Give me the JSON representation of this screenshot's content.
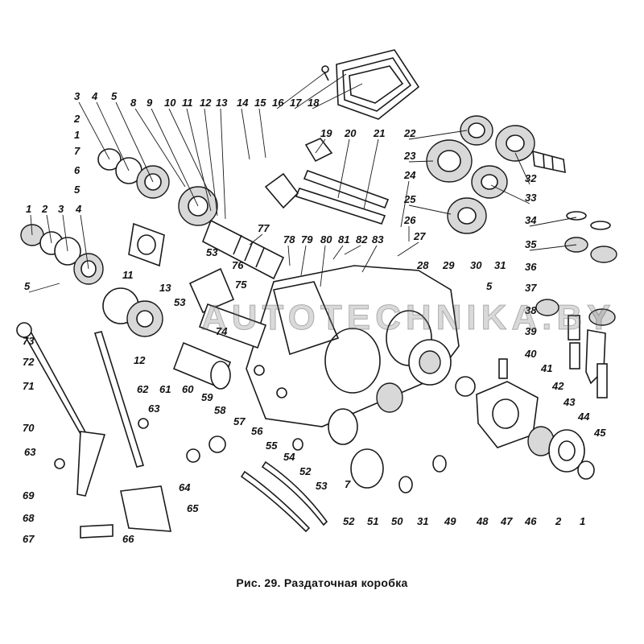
{
  "caption": "Рис. 29. Раздаточная коробка",
  "watermark": "AUTOTECHNIKA.BY",
  "part_labels": [
    {
      "id": "1a",
      "text": "1"
    },
    {
      "id": "2a",
      "text": "2"
    },
    {
      "id": "3a",
      "text": "3"
    },
    {
      "id": "4a",
      "text": "4"
    },
    {
      "id": "5a",
      "text": "5"
    },
    {
      "id": "8",
      "text": "8"
    },
    {
      "id": "9",
      "text": "9"
    },
    {
      "id": "10",
      "text": "10"
    },
    {
      "id": "11a",
      "text": "11"
    },
    {
      "id": "12a",
      "text": "12"
    },
    {
      "id": "13a",
      "text": "13"
    },
    {
      "id": "14",
      "text": "14"
    },
    {
      "id": "15",
      "text": "15"
    },
    {
      "id": "16",
      "text": "16"
    },
    {
      "id": "17",
      "text": "17"
    },
    {
      "id": "18",
      "text": "18"
    },
    {
      "id": "2b",
      "text": "2"
    },
    {
      "id": "1b",
      "text": "1"
    },
    {
      "id": "7a",
      "text": "7"
    },
    {
      "id": "6",
      "text": "6"
    },
    {
      "id": "5b",
      "text": "5"
    },
    {
      "id": "19",
      "text": "19"
    },
    {
      "id": "20",
      "text": "20"
    },
    {
      "id": "21",
      "text": "21"
    },
    {
      "id": "22",
      "text": "22"
    },
    {
      "id": "23",
      "text": "23"
    },
    {
      "id": "24",
      "text": "24"
    },
    {
      "id": "25",
      "text": "25"
    },
    {
      "id": "26",
      "text": "26"
    },
    {
      "id": "27",
      "text": "27"
    },
    {
      "id": "1c",
      "text": "1"
    },
    {
      "id": "2c",
      "text": "2"
    },
    {
      "id": "3b",
      "text": "3"
    },
    {
      "id": "4b",
      "text": "4"
    },
    {
      "id": "32",
      "text": "32"
    },
    {
      "id": "33",
      "text": "33"
    },
    {
      "id": "34",
      "text": "34"
    },
    {
      "id": "35",
      "text": "35"
    },
    {
      "id": "77",
      "text": "77"
    },
    {
      "id": "53a",
      "text": "53"
    },
    {
      "id": "78",
      "text": "78"
    },
    {
      "id": "79",
      "text": "79"
    },
    {
      "id": "80",
      "text": "80"
    },
    {
      "id": "81",
      "text": "81"
    },
    {
      "id": "82",
      "text": "82"
    },
    {
      "id": "83",
      "text": "83"
    },
    {
      "id": "28",
      "text": "28"
    },
    {
      "id": "29",
      "text": "29"
    },
    {
      "id": "30",
      "text": "30"
    },
    {
      "id": "31a",
      "text": "31"
    },
    {
      "id": "5c",
      "text": "5"
    },
    {
      "id": "36",
      "text": "36"
    },
    {
      "id": "37",
      "text": "37"
    },
    {
      "id": "38",
      "text": "38"
    },
    {
      "id": "39",
      "text": "39"
    },
    {
      "id": "40",
      "text": "40"
    },
    {
      "id": "41",
      "text": "41"
    },
    {
      "id": "42",
      "text": "42"
    },
    {
      "id": "43",
      "text": "43"
    },
    {
      "id": "44",
      "text": "44"
    },
    {
      "id": "45",
      "text": "45"
    },
    {
      "id": "5d",
      "text": "5"
    },
    {
      "id": "11b",
      "text": "11"
    },
    {
      "id": "13b",
      "text": "13"
    },
    {
      "id": "53b",
      "text": "53"
    },
    {
      "id": "76",
      "text": "76"
    },
    {
      "id": "75",
      "text": "75"
    },
    {
      "id": "74",
      "text": "74"
    },
    {
      "id": "73",
      "text": "73"
    },
    {
      "id": "12b",
      "text": "12"
    },
    {
      "id": "72",
      "text": "72"
    },
    {
      "id": "71",
      "text": "71"
    },
    {
      "id": "61",
      "text": "61"
    },
    {
      "id": "60",
      "text": "60"
    },
    {
      "id": "59",
      "text": "59"
    },
    {
      "id": "58",
      "text": "58"
    },
    {
      "id": "62",
      "text": "62"
    },
    {
      "id": "70",
      "text": "70"
    },
    {
      "id": "63a",
      "text": "63"
    },
    {
      "id": "63b",
      "text": "63"
    },
    {
      "id": "57",
      "text": "57"
    },
    {
      "id": "56",
      "text": "56"
    },
    {
      "id": "55",
      "text": "55"
    },
    {
      "id": "54",
      "text": "54"
    },
    {
      "id": "52a",
      "text": "52"
    },
    {
      "id": "53c",
      "text": "53"
    },
    {
      "id": "7b",
      "text": "7"
    },
    {
      "id": "69",
      "text": "69"
    },
    {
      "id": "64",
      "text": "64"
    },
    {
      "id": "68",
      "text": "68"
    },
    {
      "id": "65",
      "text": "65"
    },
    {
      "id": "67",
      "text": "67"
    },
    {
      "id": "66",
      "text": "66"
    },
    {
      "id": "52b",
      "text": "52"
    },
    {
      "id": "51",
      "text": "51"
    },
    {
      "id": "50",
      "text": "50"
    },
    {
      "id": "31b",
      "text": "31"
    },
    {
      "id": "49",
      "text": "49"
    },
    {
      "id": "48",
      "text": "48"
    },
    {
      "id": "47",
      "text": "47"
    },
    {
      "id": "46",
      "text": "46"
    },
    {
      "id": "2d",
      "text": "2"
    },
    {
      "id": "1d",
      "text": "1"
    }
  ]
}
